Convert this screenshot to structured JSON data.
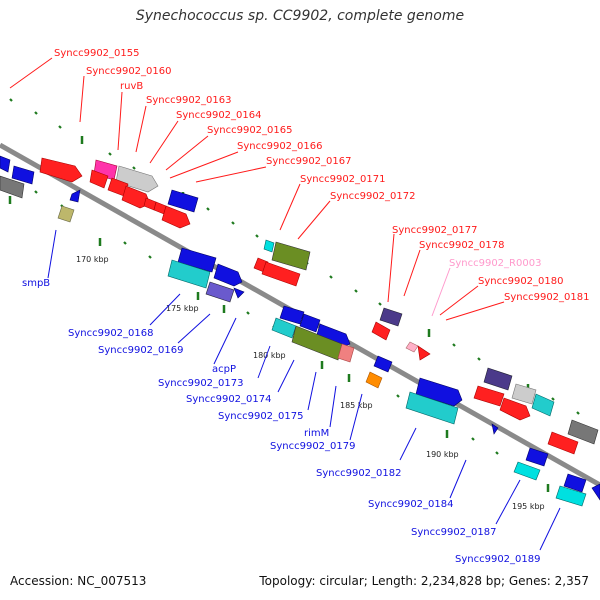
{
  "title": "Synechococcus sp. CC9902, complete genome",
  "footer": {
    "accession": "Accession: NC_007513",
    "summary": "Topology: circular; Length: 2,234,828 bp; Genes: 2,357"
  },
  "colors": {
    "label_red": "#ff1a1a",
    "label_blue": "#1010e0",
    "label_pink": "#ff99cc",
    "backbone": "#888888",
    "ticks": "#1e7a1e"
  },
  "scale_ticks": [
    "170 kbp",
    "175 kbp",
    "180 kbp",
    "185 kbp",
    "190 kbp",
    "195 kbp"
  ],
  "labels_top": [
    "Syncc9902_0155",
    "Syncc9902_0160",
    "ruvB",
    "Syncc9902_0163",
    "Syncc9902_0164",
    "Syncc9902_0165",
    "Syncc9902_0166",
    "Syncc9902_0167",
    "Syncc9902_0171",
    "Syncc9902_0172",
    "Syncc9902_0177",
    "Syncc9902_0178",
    "Syncc9902_R0003",
    "Syncc9902_0180",
    "Syncc9902_0181"
  ],
  "labels_bottom": [
    "smpB",
    "Syncc9902_0168",
    "Syncc9902_0169",
    "acpP",
    "Syncc9902_0173",
    "Syncc9902_0174",
    "Syncc9902_0175",
    "rimM",
    "Syncc9902_0179",
    "Syncc9902_0182",
    "Syncc9902_0184",
    "Syncc9902_0187",
    "Syncc9902_0189"
  ]
}
